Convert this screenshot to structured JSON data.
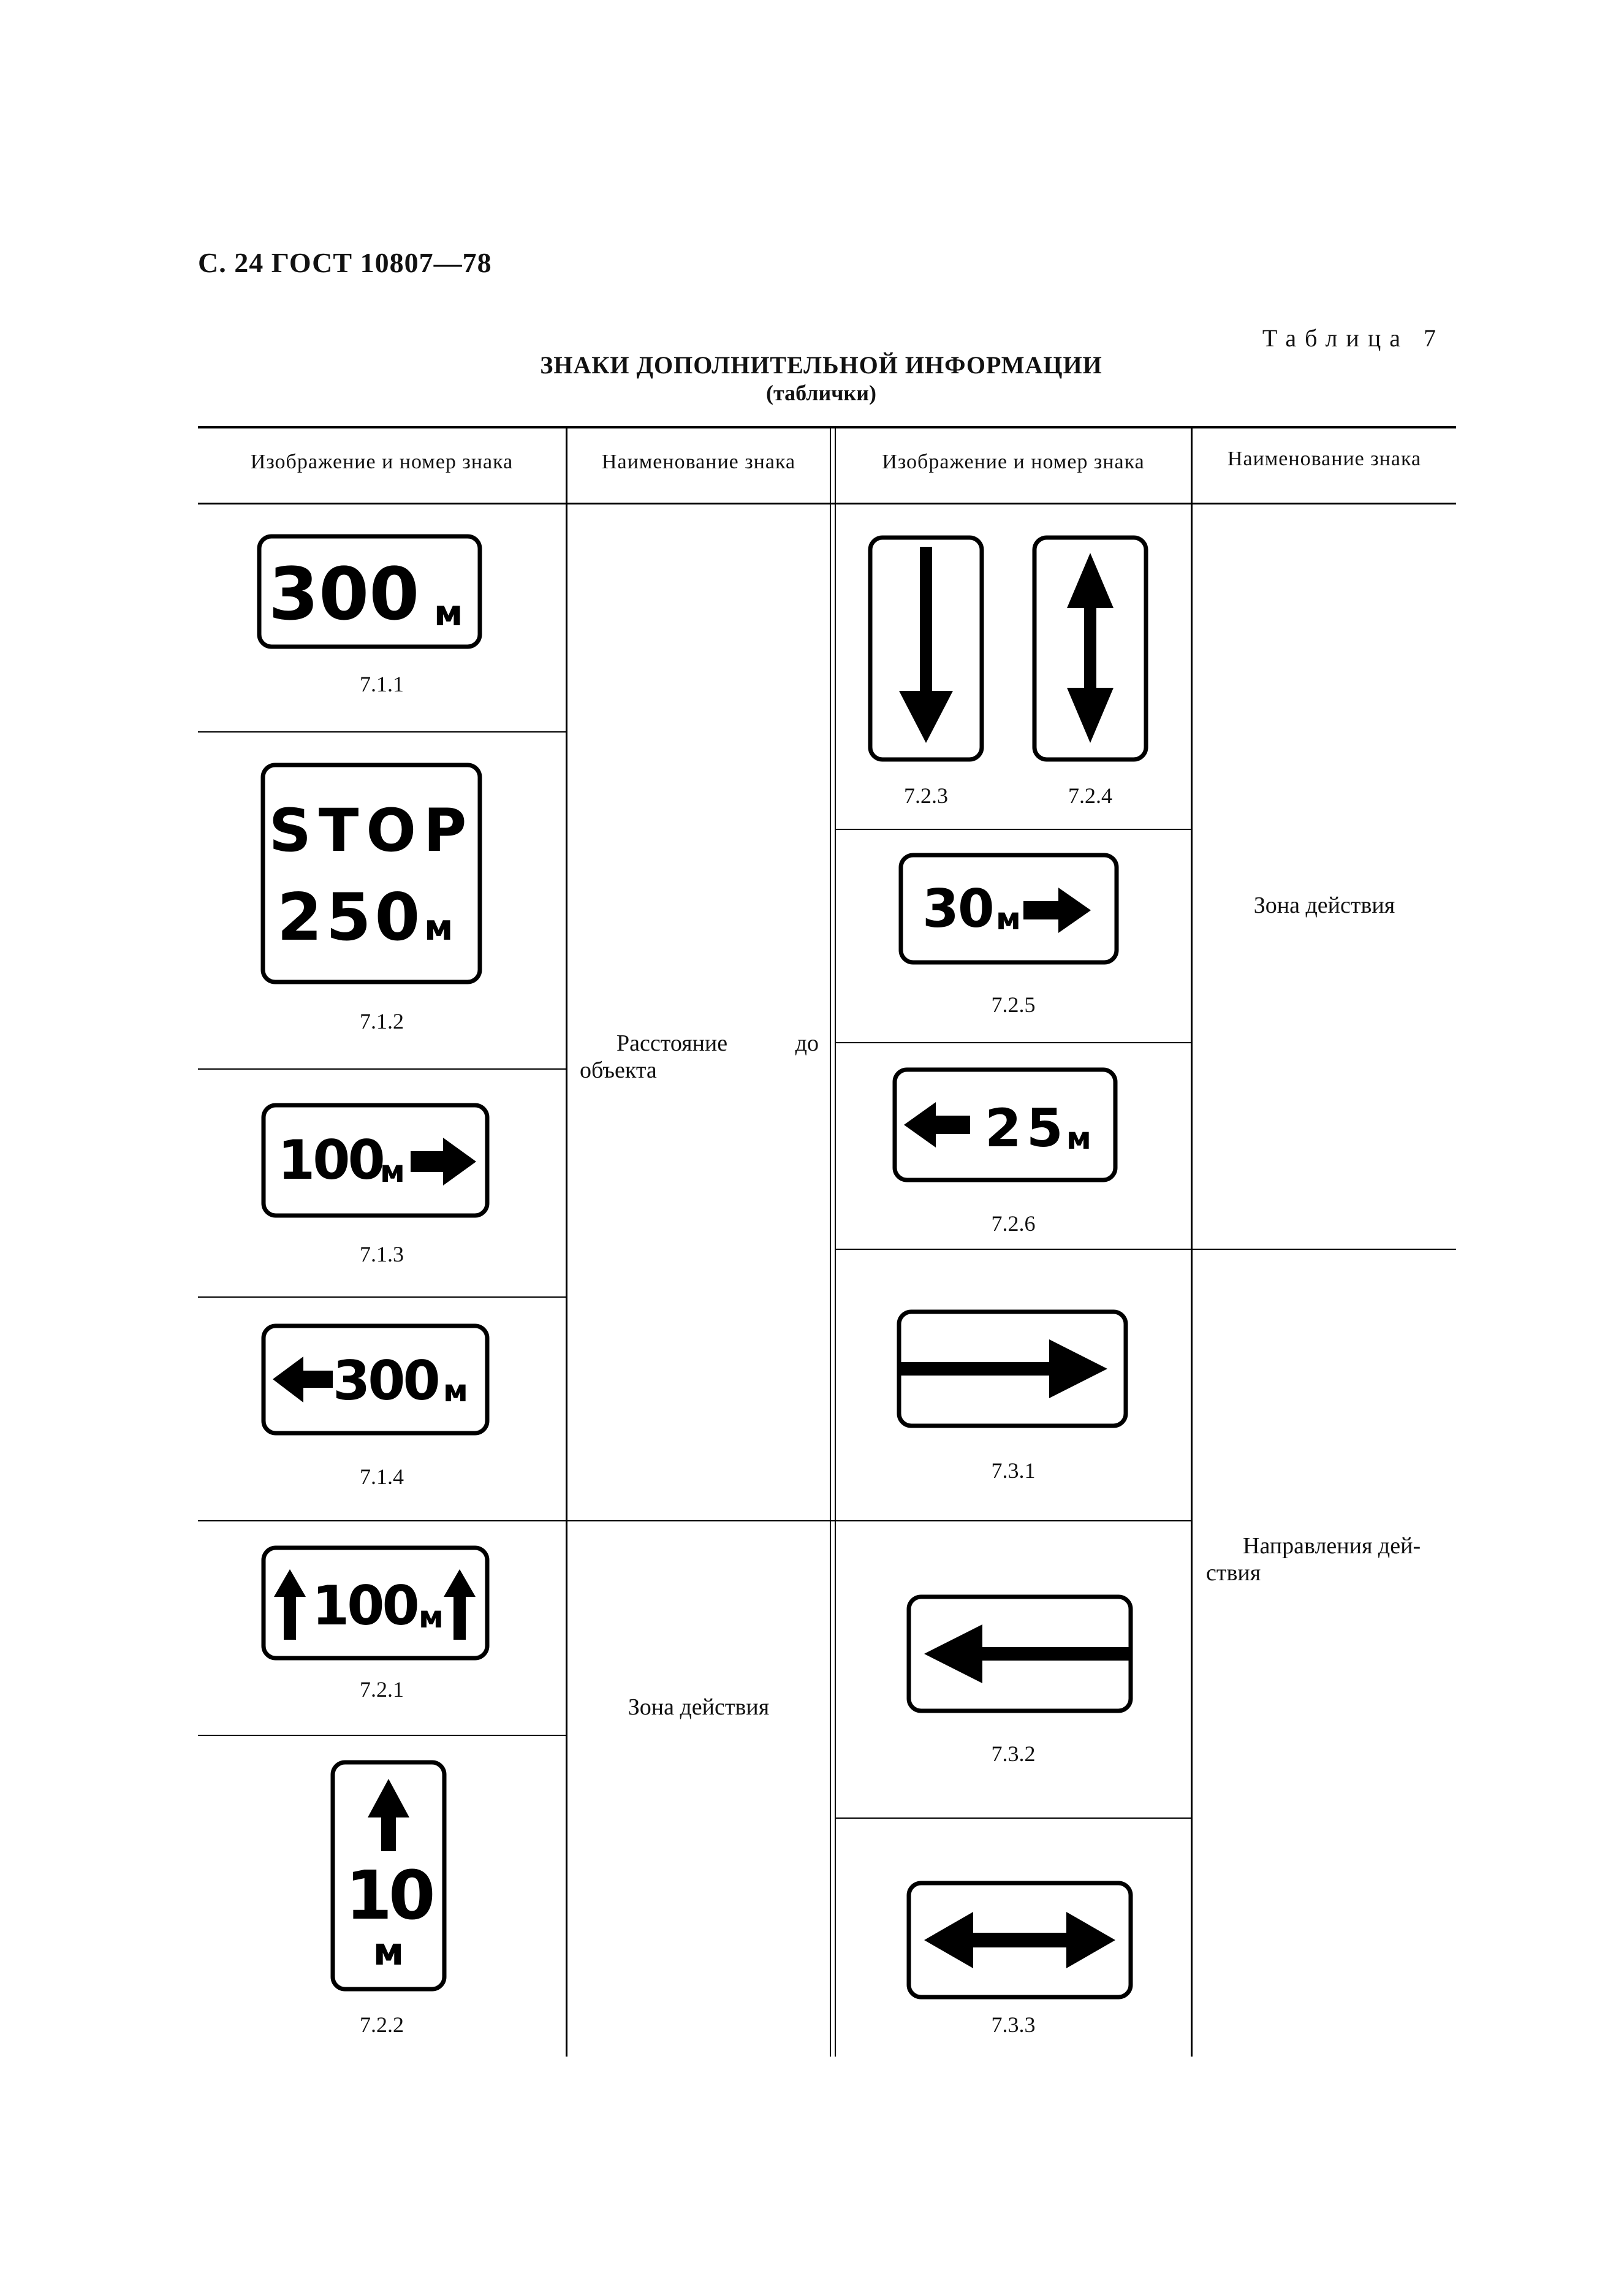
{
  "header": {
    "page_ref": "С. 24 ГОСТ 10807—78",
    "table_label": "Таблица 7",
    "title": "ЗНАКИ  ДОПОЛНИТЕЛЬНОЙ ИНФОРМАЦИИ",
    "subtitle": "(таблички)"
  },
  "columns": {
    "image_number_1": "Изображение и номер знака",
    "name_1": "Наименование  знака",
    "image_number_2": "Изображение и номер знака",
    "name_2": "Наименование  знака"
  },
  "signs": {
    "s711": {
      "number": "7.1.1",
      "text": "300",
      "unit": "м"
    },
    "s712": {
      "number": "7.1.2",
      "line1": "STOP",
      "line2": "250",
      "unit": "м"
    },
    "s713": {
      "number": "7.1.3",
      "text": "100",
      "unit": "м"
    },
    "s714": {
      "number": "7.1.4",
      "text": "300",
      "unit": "м"
    },
    "s721": {
      "number": "7.2.1",
      "text": "100",
      "unit": "м"
    },
    "s722": {
      "number": "7.2.2",
      "text": "10",
      "unit": "м"
    },
    "s723": {
      "number": "7.2.3"
    },
    "s724": {
      "number": "7.2.4"
    },
    "s725": {
      "number": "7.2.5",
      "text": "30",
      "unit": "м"
    },
    "s726": {
      "number": "7.2.6",
      "text": "25",
      "unit": "м"
    },
    "s731": {
      "number": "7.3.1"
    },
    "s732": {
      "number": "7.3.2"
    },
    "s733": {
      "number": "7.3.3"
    }
  },
  "names": {
    "distance_word1": "Расстояние",
    "distance_word2": "до",
    "distance_line2": "объекта",
    "zone_left": "Зона действия",
    "zone_right": "Зона действия",
    "direction_line1": "Направления дей-",
    "direction_line2": "ствия"
  }
}
